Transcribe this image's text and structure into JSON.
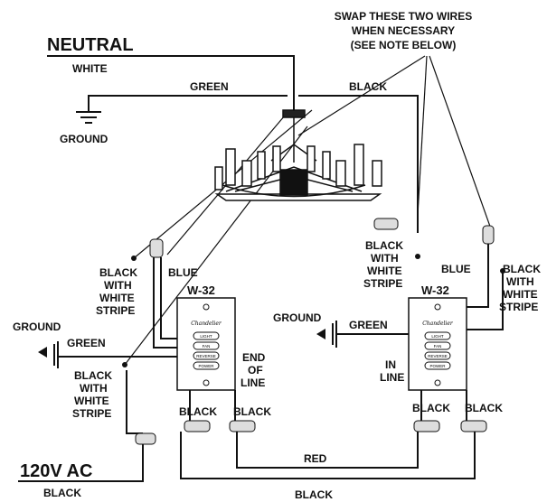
{
  "labels": {
    "swap_note": [
      "SWAP THESE TWO WIRES",
      "WHEN NECESSARY",
      "(SEE NOTE BELOW)"
    ],
    "neutral": "NEUTRAL",
    "white": "WHITE",
    "green_top": "GREEN",
    "black_top": "BLACK",
    "ground_top": "GROUND",
    "left_switch": {
      "bws": [
        "BLACK",
        "WITH",
        "WHITE",
        "STRIPE"
      ],
      "blue": "BLUE",
      "model": "W-32",
      "ground": "GROUND",
      "green": "GREEN",
      "bws_lower": [
        "BLACK",
        "WITH",
        "WHITE",
        "STRIPE"
      ],
      "position": [
        "END",
        "OF",
        "LINE"
      ],
      "black_a": "BLACK",
      "black_b": "BLACK"
    },
    "right_switch": {
      "bws": [
        "BLACK",
        "WITH",
        "WHITE",
        "STRIPE"
      ],
      "blue": "BLUE",
      "bws_right": [
        "BLACK",
        "WITH",
        "WHITE",
        "STRIPE"
      ],
      "model": "W-32",
      "ground": "GROUND",
      "green": "GREEN",
      "position": [
        "IN",
        "LINE"
      ],
      "black_a": "BLACK",
      "black_b": "BLACK"
    },
    "red": "RED",
    "supply": "120V AC",
    "supply_black": "BLACK",
    "bottom_black": "BLACK"
  },
  "switch_buttons": [
    "LIGHT",
    "FAN",
    "REVERSE",
    "POWER"
  ]
}
